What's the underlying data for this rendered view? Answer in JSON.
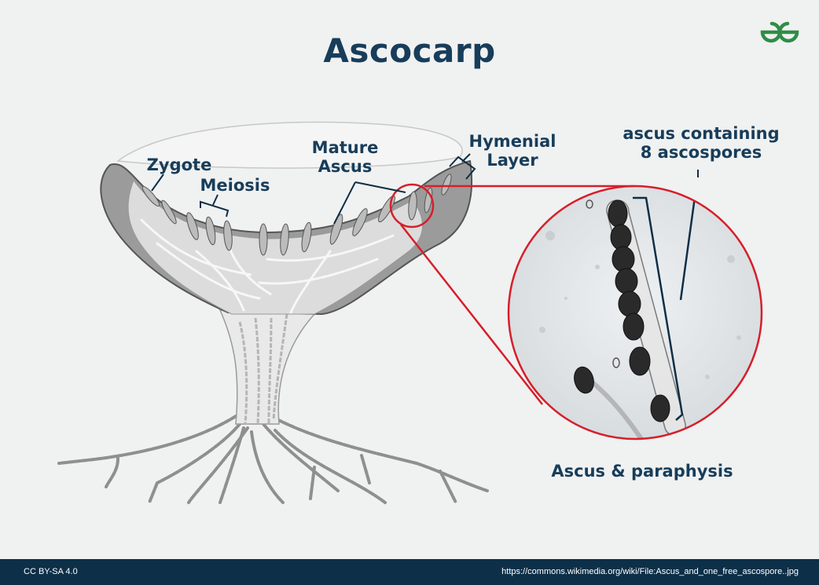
{
  "title": "Ascocarp",
  "labels": {
    "zygote": "Zygote",
    "meiosis": "Meiosis",
    "mature_ascus": "Mature\nAscus",
    "hymenial_layer": "Hymenial\nLayer",
    "ascus_containing": "ascus containing\n8 ascospores",
    "ascus_paraphysis": "Ascus & paraphysis"
  },
  "footer": {
    "license": "CC BY-SA 4.0",
    "source": "https://commons.wikimedia.org/wiki/File:Ascus_and_one_free_ascospore..jpg"
  },
  "colors": {
    "title": "#173d5a",
    "highlight": "#d61f2b",
    "logo": "#2f8d46",
    "footer_bg": "#0d2f48"
  }
}
